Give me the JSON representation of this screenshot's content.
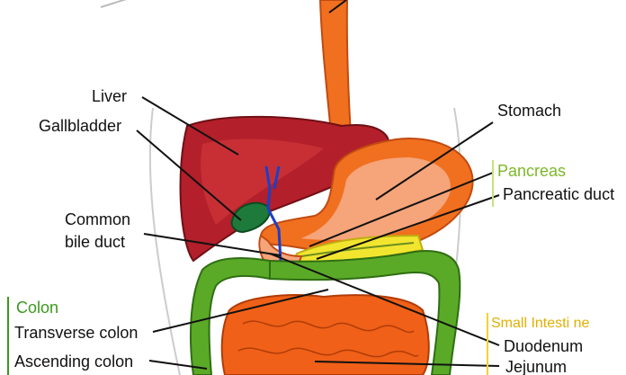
{
  "labels": {
    "liver": "Liver",
    "gallbladder": "Gallbladder",
    "stomach": "Stomach",
    "common_bile_duct_line1": "Common",
    "common_bile_duct_line2": "bile duct",
    "pancreas": "Pancreas",
    "pancreatic_duct": "Pancreatic duct",
    "colon": "Colon",
    "transverse_colon": "Transverse colon",
    "ascending_colon": "Ascending colon",
    "small_intestine": "Small Intesti ne",
    "duodenum": "Duodenum",
    "jejunum": "Jejunum"
  },
  "colors": {
    "liver": "#b31f2a",
    "gallbladder": "#1d7a3a",
    "bile_duct": "#1a3fc8",
    "stomach_outer": "#f07020",
    "stomach_inner": "#f6a47a",
    "pancreas": "#f2e530",
    "colon": "#5aaa28",
    "small_intestine": "#f06018",
    "colon_label": "#3a9a1c",
    "small_intestine_label": "#e0b000",
    "pancreas_label": "#7cb827"
  }
}
